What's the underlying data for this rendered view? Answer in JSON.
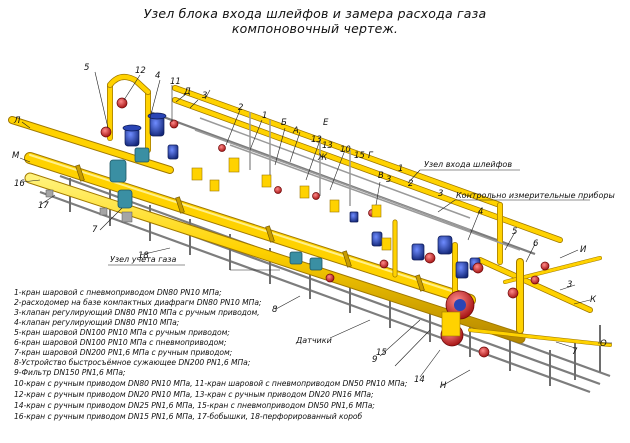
{
  "title": {
    "line1": "Узел блока входа шлейфов и замера расхода газа",
    "line2": "компоновочный чертеж."
  },
  "callouts": {
    "inlet_unit": "Узел входа шлейфов",
    "instruments": "Контрольно измерительные приборы",
    "metering_unit": "Узел учета газа",
    "sensors": "Датчики"
  },
  "legend": [
    "1-кран шаровой с пневмоприводом DN80 PN10 МПа;",
    "2-расходомер на базе компактных диафрагм DN80 PN10 МПа;",
    "3-клапан регулирующий DN80 PN10 МПа с ручным приводом,",
    "4-клапан регулирующий DN80 PN10 МПа;",
    "5-кран шаровой DN100 PN10 МПа с ручным приводом;",
    "6-кран шаровой DN100 PN10 МПа с пневмоприводом;",
    "7-кран шаровой DN200 PN1,6 МПа с ручным приводом;",
    "8-Устройство быстросъёмное сужающее DN200 PN1,6 МПа;",
    "9-Фильтр DN150 PN1,6 МПа;",
    "10-кран с ручным приводом DN80 PN10 МПа, 11-кран шаровой с пневмоприводом DN50 PN10 МПа;",
    "12-кран с ручным приводом DN20 PN10 МПа, 13-кран с ручным приводом DN20 PN16 МПа;",
    "14-кран с ручным приводом DN25 PN1,6 МПа, 15-кран с пневмоприводом DN50 PN1,6 МПа;",
    "16-кран с ручным приводом DN15 PN1,6 МПа, 17-бобышки, 18-перфорированный короб"
  ],
  "line_letters": [
    "Л",
    "М",
    "Д",
    "Б",
    "А",
    "Е",
    "Ж",
    "Г",
    "В",
    "И",
    "К",
    "О",
    "Н"
  ],
  "numbers": [
    "1",
    "2",
    "3",
    "4",
    "5",
    "6",
    "7",
    "8",
    "9",
    "10",
    "11",
    "12",
    "13",
    "14",
    "15",
    "16",
    "17",
    "18"
  ],
  "colors": {
    "pipe_yellow": "#ffd200",
    "pipe_shade": "#c79c00",
    "valve_blue": "#1f3fa8",
    "valve_red": "#cc1a1a",
    "support_gray": "#8c8c8c",
    "filter_red": "#d41e1e",
    "teal": "#3a8fa3"
  }
}
